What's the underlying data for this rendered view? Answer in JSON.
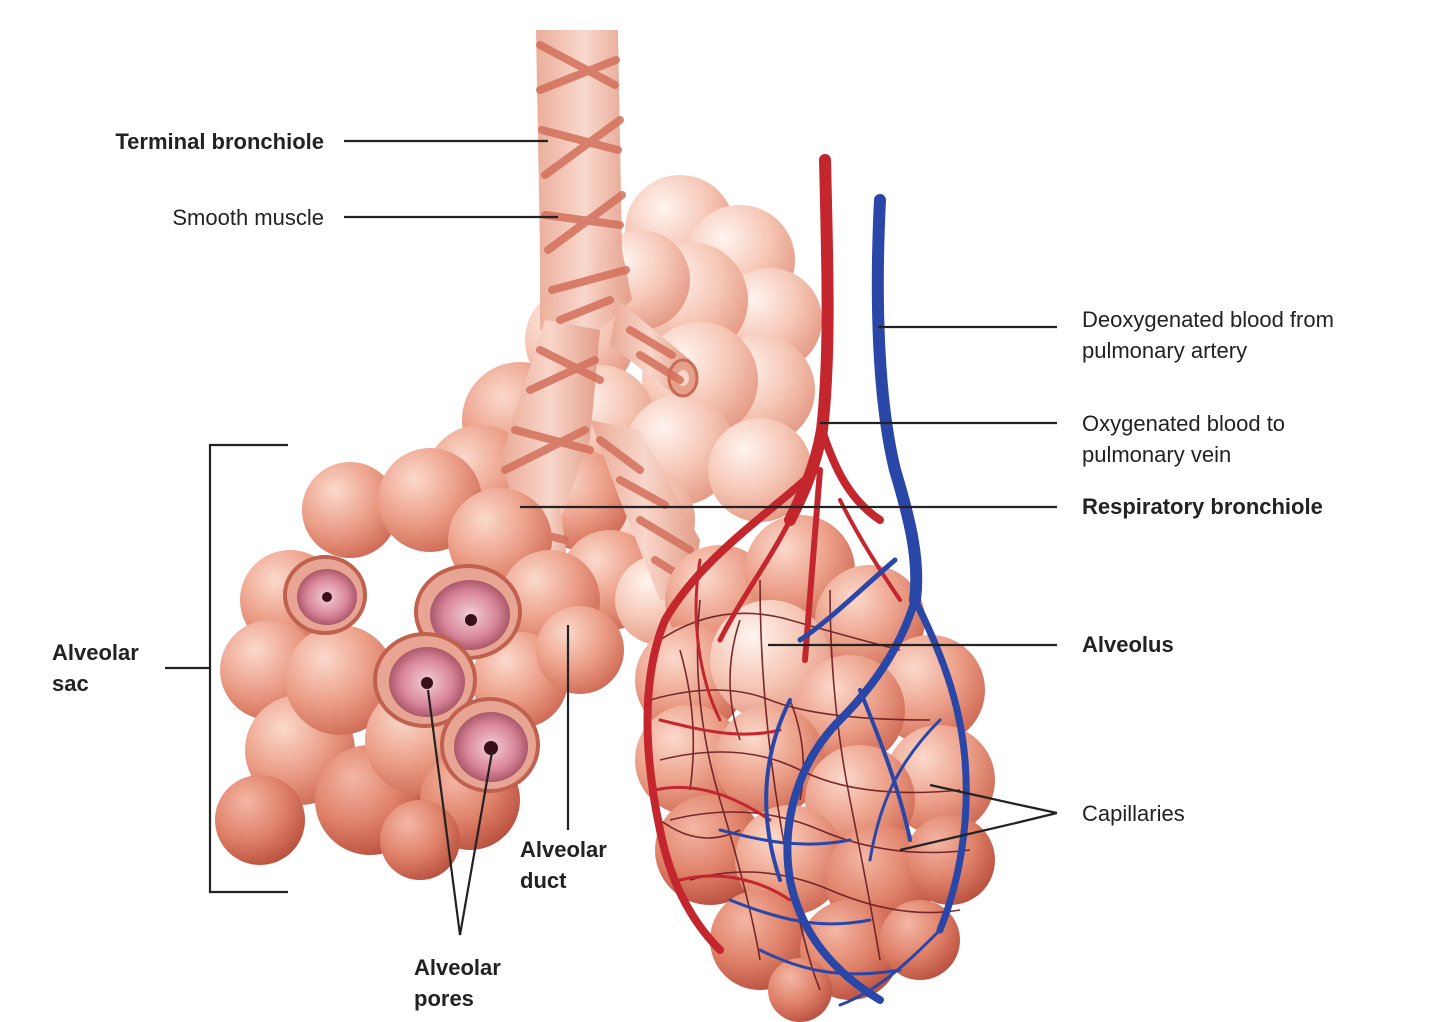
{
  "labels": {
    "terminal_bronchiole": "Terminal bronchiole",
    "smooth_muscle": "Smooth muscle",
    "deoxygenated_line1": "Deoxygenated blood from",
    "deoxygenated_line2": "pulmonary artery",
    "oxygenated_line1": "Oxygenated blood to",
    "oxygenated_line2": "pulmonary vein",
    "respiratory_bronchiole": "Respiratory bronchiole",
    "alveolus": "Alveolus",
    "capillaries": "Capillaries",
    "alveolar_sac_line1": "Alveolar",
    "alveolar_sac_line2": "sac",
    "alveolar_duct_line1": "Alveolar",
    "alveolar_duct_line2": "duct",
    "alveolar_pores_line1": "Alveolar",
    "alveolar_pores_line2": "pores"
  },
  "colors": {
    "tissue_light": "#f6c7b6",
    "tissue_mid": "#ec9f88",
    "tissue_dark": "#d9735c",
    "artery_red": "#c4262e",
    "vein_blue": "#2a46a6",
    "leader_line": "#222222",
    "pore_pink": "#d9879a"
  }
}
